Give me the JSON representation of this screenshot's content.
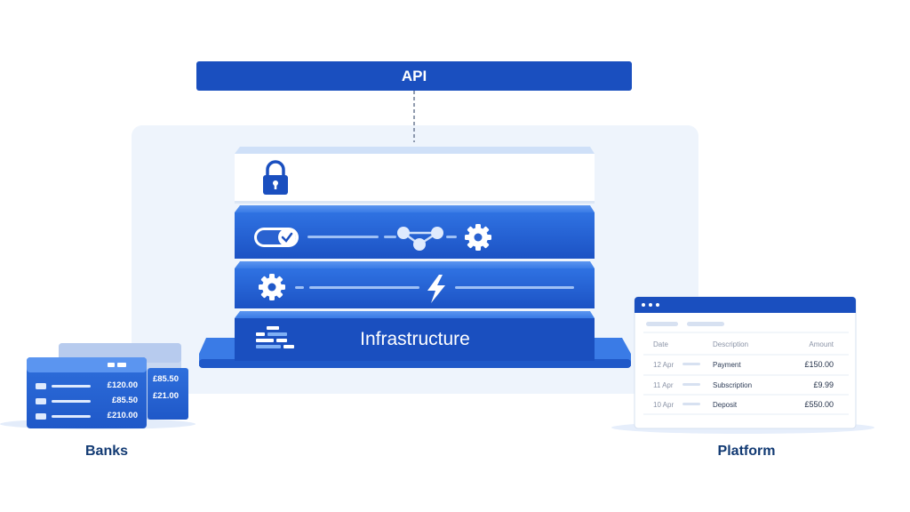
{
  "colors": {
    "primary": "#1a4fbf",
    "primary_light": "#2e6ee0",
    "panel_bg": "#eef4fc",
    "text_dark": "#123a73"
  },
  "api": {
    "label": "API"
  },
  "stack": {
    "security_layer_icon": "lock-icon",
    "workflow_layer_icons": [
      "toggle-check-icon",
      "network-nodes-icon",
      "gear-icon"
    ],
    "processing_layer_icons": [
      "gear-icon",
      "lightning-icon"
    ],
    "infrastructure_layer": {
      "label": "Infrastructure",
      "icon": "list-bars-icon"
    }
  },
  "banks": {
    "caption": "Banks",
    "front_card": {
      "amounts": [
        "£120.00",
        "£85.50",
        "£210.00"
      ]
    },
    "back_card": {
      "amounts": [
        "£85.50",
        "£21.00"
      ]
    }
  },
  "platform": {
    "caption": "Platform",
    "table": {
      "headers": [
        "Date",
        "Description",
        "Amount"
      ],
      "rows": [
        {
          "date": "12 Apr",
          "description": "Payment",
          "amount": "£150.00"
        },
        {
          "date": "11 Apr",
          "description": "Subscription",
          "amount": "£9.99"
        },
        {
          "date": "10 Apr",
          "description": "Deposit",
          "amount": "£550.00"
        }
      ]
    }
  }
}
